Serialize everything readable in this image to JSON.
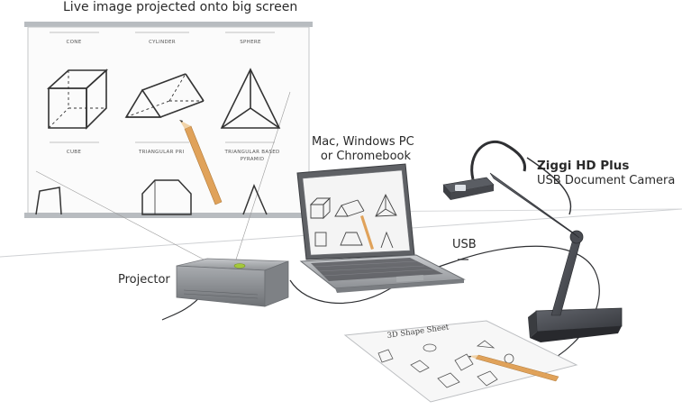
{
  "labels": {
    "screen_caption": "Live image projected onto big screen",
    "computer_line1": "Mac, Windows PC",
    "computer_line2": "or Chromebook",
    "camera_name": "Ziggi HD Plus",
    "camera_desc": "USB Document Camera",
    "usb": "USB",
    "projector": "Projector"
  },
  "screen_shapes": {
    "top_row": [
      "CONE",
      "CYLINDER",
      "SPHERE"
    ],
    "bottom_row": [
      "CUBE",
      "TRIANGULAR PRI",
      "TRIANGULAR BASED",
      "PYRAMID"
    ]
  },
  "worksheet": {
    "title": "3D Shape Sheet"
  },
  "colors": {
    "device_gray": "#4a4c52",
    "projector_gray": "#9b9da0",
    "pencil": "#e0a25a",
    "screen_frame": "#b8bcc0",
    "indicator_green": "#a4c83a"
  }
}
